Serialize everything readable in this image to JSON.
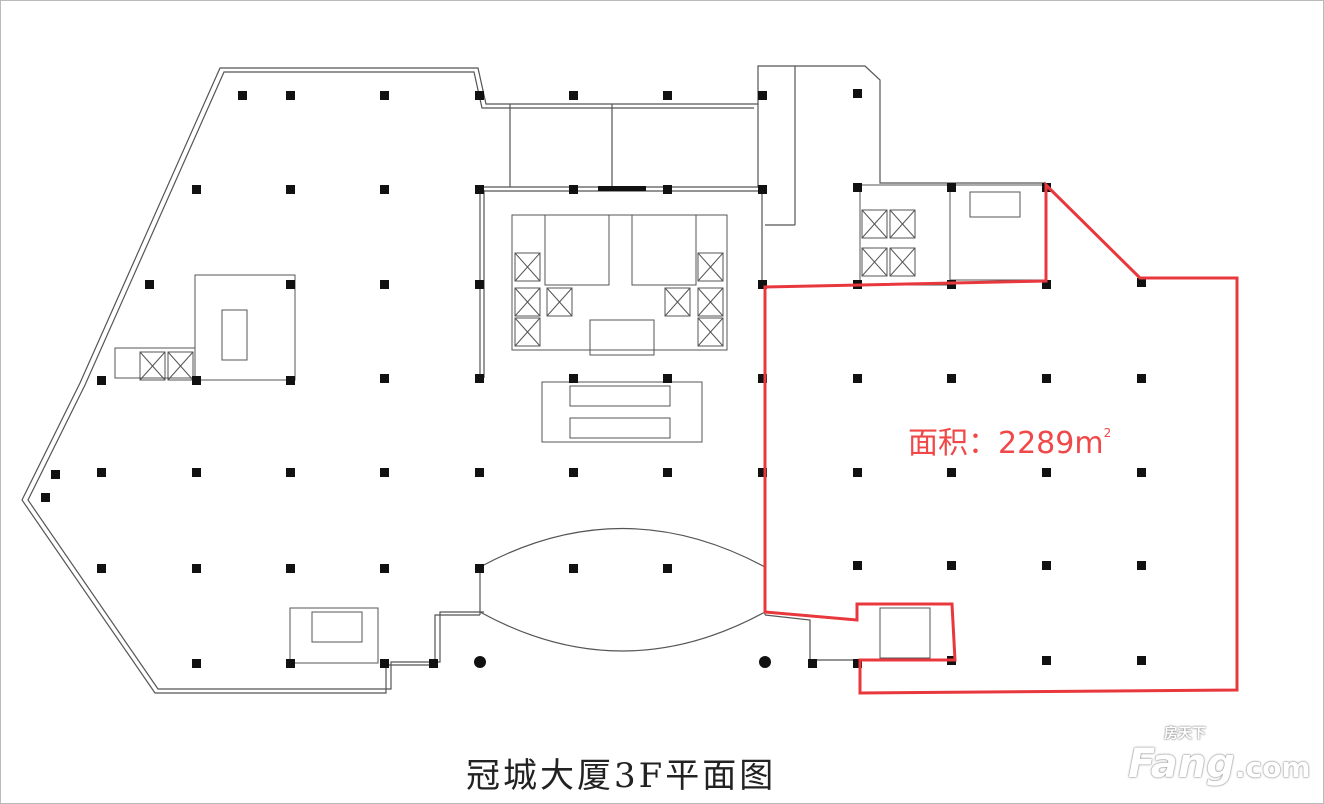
{
  "plan": {
    "title": "冠城大厦3F平面图",
    "area_label": "面积：2289",
    "area_unit": "m",
    "area_unit_sup": "2",
    "highlight_color": "#e8383d"
  },
  "watermark": {
    "brand": "Fang",
    "suffix": ".com",
    "chinese": "房天下"
  }
}
